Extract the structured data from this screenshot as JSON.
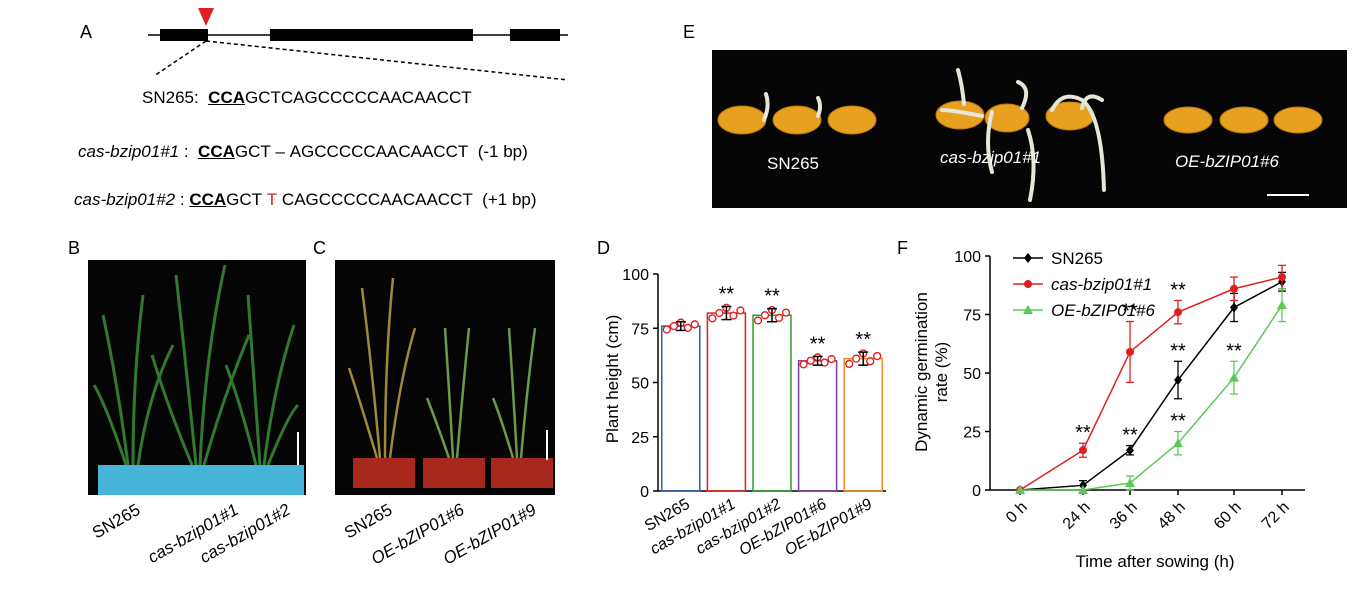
{
  "panel_labels": {
    "a": "A",
    "b": "B",
    "c": "C",
    "d": "D",
    "e": "E",
    "f": "F"
  },
  "panel_a": {
    "rows": [
      {
        "name": "SN265",
        "sep": ":",
        "pam": "CCA",
        "seq1": "GCTCAGCCCCCAACAACCT",
        "mut": "",
        "seq2": "",
        "note": ""
      },
      {
        "name": "cas-bzip01#1",
        "sep": ":",
        "pam": "CCA",
        "seq1": "GCT",
        "mut": "–",
        "seq2": "AGCCCCCAACAACCT",
        "note": "(-1 bp)"
      },
      {
        "name": "cas-bzip01#2",
        "sep": ":",
        "pam": "CCA",
        "seq1": "GCT",
        "mut": "T",
        "seq2": "CAGCCCCCAACAACCT",
        "note": "(+1 bp)"
      }
    ]
  },
  "panel_b": {
    "labels": [
      "SN265",
      "cas-bzip01#1",
      "cas-bzip01#2"
    ]
  },
  "panel_c": {
    "labels": [
      "SN265",
      "OE-bZIP01#6",
      "OE-bZIP01#9"
    ]
  },
  "panel_e": {
    "labels": [
      "SN265",
      "cas-bzip01#1",
      "OE-bZIP01#6"
    ]
  },
  "colors": {
    "red": "#e02020",
    "blue": "#2f5fb3",
    "green": "#2ca02c",
    "purple": "#7b3fa0",
    "orange": "#f08c1e",
    "black": "#000000",
    "lightgreen": "#5cc85c"
  },
  "chart_data": [
    {
      "type": "bar",
      "ylabel": "Plant height (cm)",
      "categories": [
        "SN265",
        "cas-bzip01#1",
        "cas-bzip01#2",
        "OE-bZIP01#6",
        "OE-bZIP01#9"
      ],
      "values": [
        76,
        82,
        81,
        60,
        61
      ],
      "errors": [
        2,
        3,
        3,
        2,
        3
      ],
      "significance": [
        "",
        "**",
        "**",
        "**",
        "**"
      ],
      "ylim": [
        0,
        100
      ],
      "yticks": [
        "0",
        "25",
        "50",
        "75",
        "100"
      ],
      "colors": [
        "#2f5fb3",
        "#e02020",
        "#2ca02c",
        "#7b3fa0",
        "#f08c1e"
      ]
    },
    {
      "type": "line",
      "ylabel": [
        "Dynamic germination",
        "rate (%)"
      ],
      "xlabel": "Time after sowing (h)",
      "x": [
        "0 h",
        "24 h",
        "36 h",
        "48 h",
        "60 h",
        "72 h"
      ],
      "ylim": [
        0,
        100
      ],
      "yticks": [
        "0",
        "25",
        "50",
        "75",
        "100"
      ],
      "series": [
        {
          "name": "SN265",
          "values": [
            0,
            2,
            17,
            47,
            78,
            89
          ],
          "errors": [
            0,
            2,
            2,
            8,
            6,
            4
          ],
          "marks": [
            "",
            "",
            "**",
            "**",
            "",
            ""
          ],
          "color": "#000000",
          "marker": "diamond"
        },
        {
          "name": "cas-bzip01#1",
          "values": [
            0,
            17,
            59,
            76,
            86,
            91
          ],
          "errors": [
            0,
            3,
            13,
            5,
            5,
            5
          ],
          "marks": [
            "",
            "**",
            "**",
            "**",
            "",
            ""
          ],
          "color": "#e02020",
          "marker": "circle"
        },
        {
          "name": "OE-bZIP01#6",
          "values": [
            0,
            0,
            3,
            20,
            48,
            79
          ],
          "errors": [
            0,
            0,
            3,
            5,
            7,
            7
          ],
          "marks": [
            "",
            "",
            "",
            "**",
            "**",
            ""
          ],
          "color": "#5cc85c",
          "marker": "triangle"
        }
      ]
    }
  ]
}
